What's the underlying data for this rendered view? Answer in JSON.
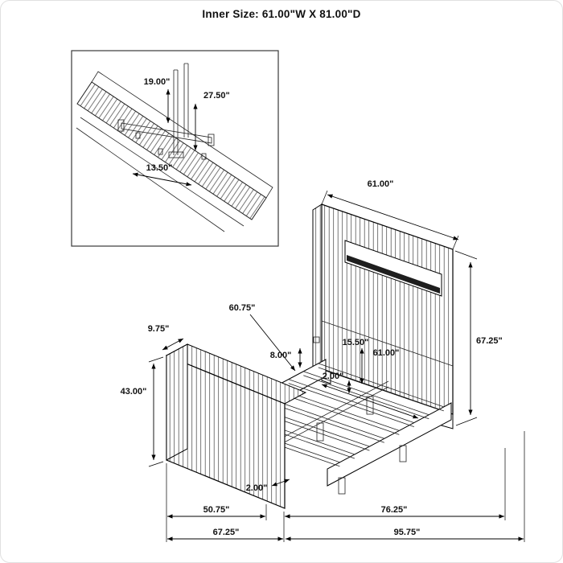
{
  "title": "Inner Size: 61.00\"W X 81.00\"D",
  "inset_detail": {
    "dims": {
      "bracket_upper": "19.00\"",
      "bracket_total": "27.50\"",
      "bracket_span": "13.50\""
    }
  },
  "bed": {
    "dims": {
      "headboard_width": "61.00\"",
      "headboard_height": "67.25\"",
      "rail_length": "60.75\"",
      "footboard_depth": "9.75\"",
      "rail_height": "8.00\"",
      "platform_height": "15.50\"",
      "inner_width": "61.00\"",
      "slat_width": "2.00\"",
      "footboard_height": "43.00\"",
      "leg_width": "2.00\"",
      "bottom_inner_width": "50.75\"",
      "bottom_inner_length": "76.25\"",
      "bottom_outer_width": "67.25\"",
      "bottom_outer_length": "95.75\""
    }
  }
}
